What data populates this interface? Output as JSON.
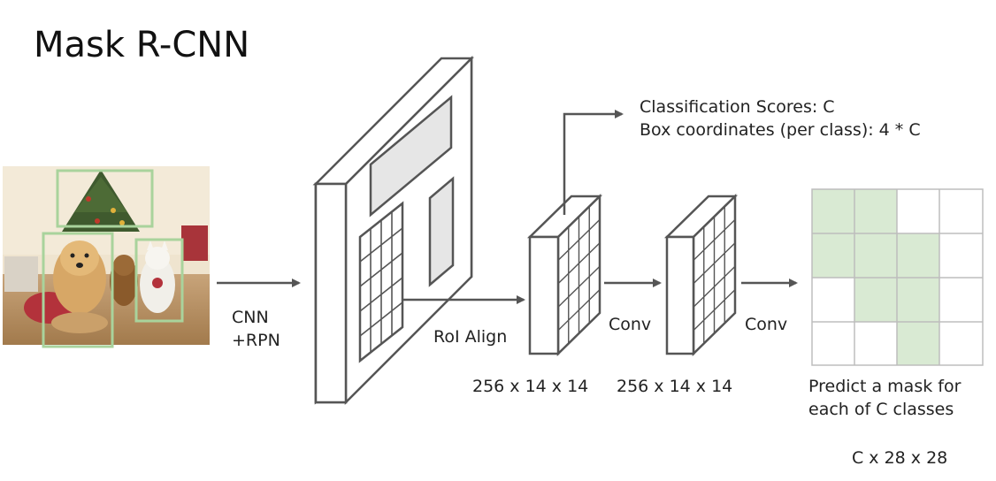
{
  "title": "Mask R-CNN",
  "input_image": {
    "description_icon": "photo-dogs-cat-christmas-tree"
  },
  "labels": {
    "cnn_rpn_line1": "CNN",
    "cnn_rpn_line2": "+RPN",
    "roi_align": "RoI Align",
    "conv1": "Conv",
    "conv2": "Conv",
    "dims1": "256 x 14 x 14",
    "dims2": "256 x 14 x 14",
    "cls_scores": "Classification Scores: C",
    "box_coords": "Box coordinates (per class): 4 * C",
    "predict_line1": "Predict a mask for",
    "predict_line2": "each of C classes",
    "output_dims": "C x 28 x 28"
  },
  "colors": {
    "stroke": "#555555",
    "box_green": "#a9d39c",
    "mask_fill": "#d9ead3",
    "panel_fill": "#e6e6e6"
  }
}
